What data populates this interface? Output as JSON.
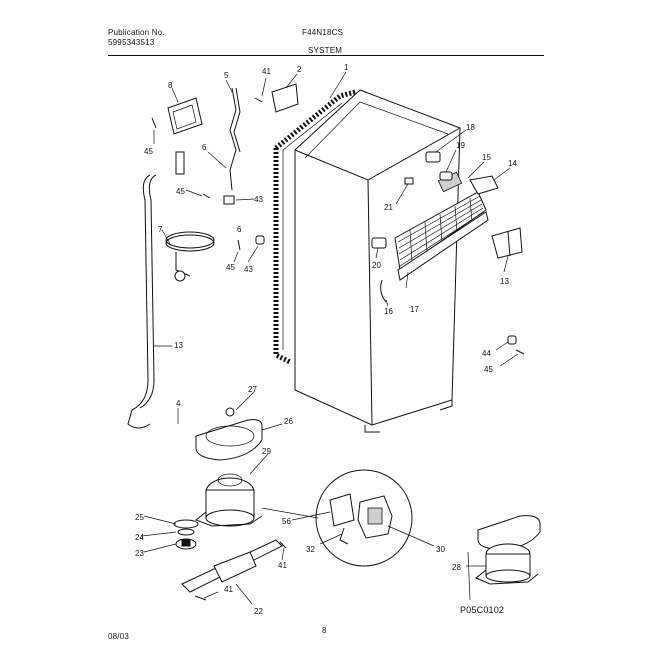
{
  "header": {
    "publication_label": "Publication No.",
    "publication_number": "5995343513",
    "model": "F44N18CS",
    "section": "SYSTEM"
  },
  "footer": {
    "date": "08/03",
    "page_number": "8",
    "figure_code": "P05C0102"
  },
  "callouts": {
    "c1": "1",
    "c2": "2",
    "c4": "4",
    "c5": "5",
    "c6a": "6",
    "c6b": "6",
    "c7": "7",
    "c8": "8",
    "c13a": "13",
    "c13b": "13",
    "c14": "14",
    "c15": "15",
    "c16": "16",
    "c17": "17",
    "c18": "18",
    "c19": "19",
    "c20": "20",
    "c21": "21",
    "c22": "22",
    "c23": "23",
    "c24": "24",
    "c25": "25",
    "c26": "26",
    "c27": "27",
    "c28": "28",
    "c29": "29",
    "c30": "30",
    "c32": "32",
    "c41a": "41",
    "c41b": "41",
    "c41c": "41",
    "c43a": "43",
    "c43b": "43",
    "c44": "44",
    "c45a": "45",
    "c45b": "45",
    "c45c": "45",
    "c45d": "45",
    "c56": "56"
  }
}
